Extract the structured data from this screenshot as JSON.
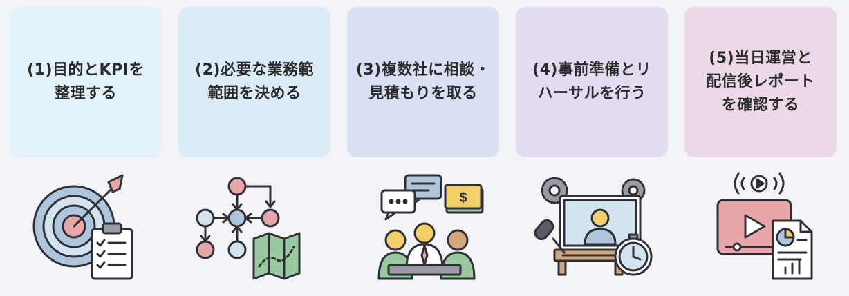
{
  "steps": [
    {
      "label": "(1)目的とKPIを\n整理する",
      "color": "#e3f1f9",
      "icon": "target-checklist-icon"
    },
    {
      "label": "(2)必要な業務範\n範囲を決める",
      "color": "#dcecf6",
      "icon": "flowchart-map-icon"
    },
    {
      "label": "(3)複数社に相談・\n見積もりを取る",
      "color": "#d9dff4",
      "icon": "consultation-meeting-icon"
    },
    {
      "label": "(4)事前準備とリ\nハーサルを行う",
      "color": "#e3dbf2",
      "icon": "rehearsal-studio-icon"
    },
    {
      "label": "(5)当日運営と\n配信後レポート\nを確認する",
      "color": "#ecd9e8",
      "icon": "streaming-report-icon"
    }
  ],
  "palette": {
    "outline": "#2f2f38",
    "pink": "#e7a7a9",
    "blue": "#aec6dc",
    "light_blue": "#d3e3ef",
    "green": "#9ac9a0",
    "gold": "#f2cf69",
    "gray": "#9a9aa3",
    "tan": "#d4a77a"
  },
  "money_symbol": "$"
}
